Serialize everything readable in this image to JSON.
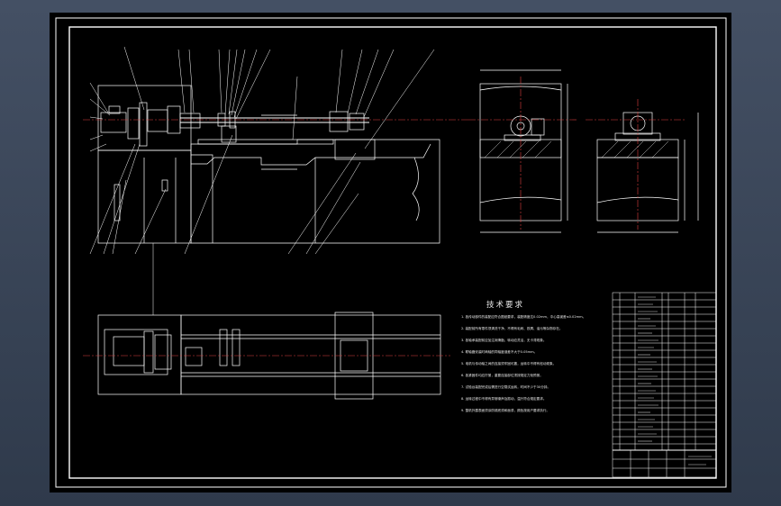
{
  "drawing": {
    "colors": {
      "background": "#445064",
      "paper": "#000000",
      "line": "#ffffff",
      "center_line": "#e04040",
      "text": "#e6e6e6"
    },
    "tech_requirements": {
      "title": "技术要求",
      "items": [
        "1. 各传动部件的装配应符合图纸要求，装配精度达0.02mm，中心高误差≤0.02mm。",
        "2. 装配前所有零件须清洗干净，不得有毛刺、铁屑、油污等杂物存在。",
        "3. 各轴承装配前应加注润滑脂，转动应灵活，无卡滞现象。",
        "4. 联轴器安装时两轴的同轴度误差不大于0.05mm。",
        "5. 电机与传动轴之间的连接须牢固可靠，运转中不得有松动现象。",
        "6. 各紧固件均应拧紧，重要连接部位须按规定力矩预紧。",
        "7. 试验台装配完成后需进行空载试运转，时间不少于30分钟。",
        "8. 运转过程中不得有异常噪声及振动，温升符合规定要求。",
        "9. 整机外露表面须涂防锈底漆和面漆，颜色按用户要求执行。"
      ]
    }
  }
}
